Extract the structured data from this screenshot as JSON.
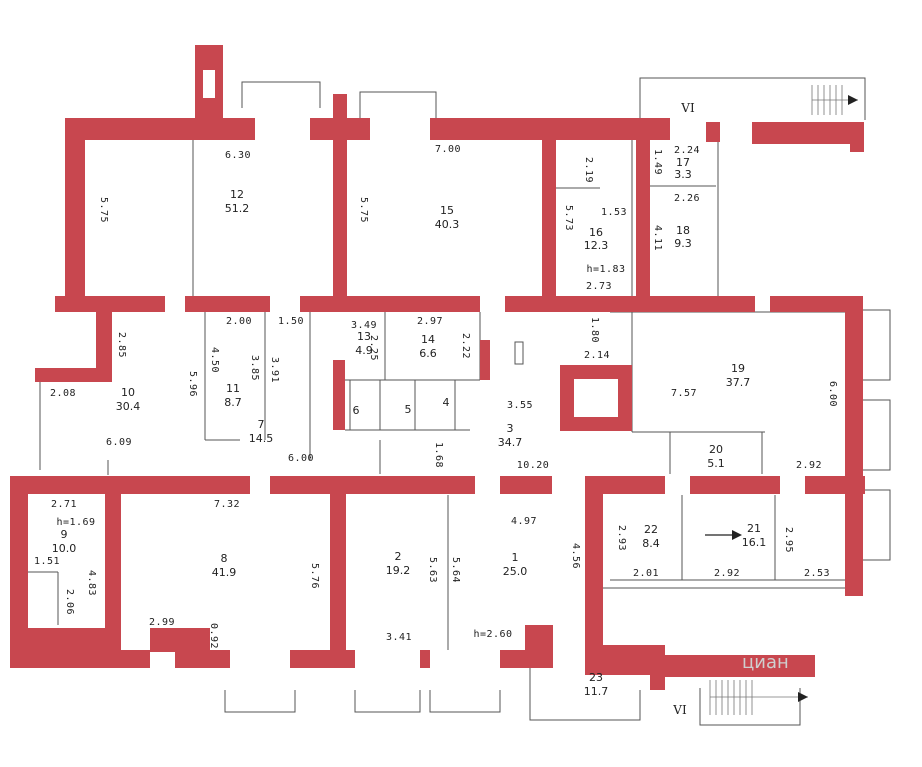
{
  "colors": {
    "wall": "#c8474f",
    "line": "#555555",
    "text": "#222222"
  },
  "section_mark": "VI",
  "watermark": "циан",
  "rooms": [
    {
      "number": "12",
      "area": "51.2"
    },
    {
      "number": "15",
      "area": "40.3"
    },
    {
      "number": "16",
      "area": "12.3"
    },
    {
      "number": "17",
      "area": "3.3"
    },
    {
      "number": "18",
      "area": "9.3"
    },
    {
      "number": "10",
      "area": "30.4"
    },
    {
      "number": "11",
      "area": "8.7"
    },
    {
      "number": "13",
      "area": "4.9"
    },
    {
      "number": "14",
      "area": "6.6"
    },
    {
      "number": "6",
      "area": ""
    },
    {
      "number": "5",
      "area": ""
    },
    {
      "number": "4",
      "area": ""
    },
    {
      "number": "7",
      "area": "14.5"
    },
    {
      "number": "3",
      "area": "34.7"
    },
    {
      "number": "19",
      "area": "37.7"
    },
    {
      "number": "20",
      "area": "5.1"
    },
    {
      "number": "9",
      "area": "10.0"
    },
    {
      "number": "8",
      "area": "41.9"
    },
    {
      "number": "2",
      "area": "19.2"
    },
    {
      "number": "1",
      "area": "25.0"
    },
    {
      "number": "22",
      "area": "8.4"
    },
    {
      "number": "21",
      "area": "16.1"
    },
    {
      "number": "23",
      "area": "11.7"
    }
  ],
  "heights": [
    "h=1.83",
    "h=1.69",
    "h=2.60"
  ],
  "dimensions": [
    "6.30",
    "5.75",
    "5.75",
    "7.00",
    "5.73",
    "2.19",
    "1.53",
    "2.73",
    "1.49",
    "2.24",
    "2.26",
    "4.11",
    "2.85",
    "2.00",
    "1.50",
    "3.49",
    "2.97",
    "2.25",
    "2.22",
    "1.80",
    "2.14",
    "2.08",
    "4.50",
    "5.96",
    "3.85",
    "3.91",
    "6.09",
    "6.00",
    "3.55",
    "1.68",
    "10.20",
    "7.57",
    "6.00",
    "2.92",
    "2.71",
    "7.32",
    "4.97",
    "4.56",
    "4.83",
    "1.51",
    "2.06",
    "5.76",
    "5.63",
    "5.64",
    "2.93",
    "2.95",
    "2.01",
    "2.92",
    "2.53",
    "2.99",
    "0.92",
    "3.41"
  ]
}
